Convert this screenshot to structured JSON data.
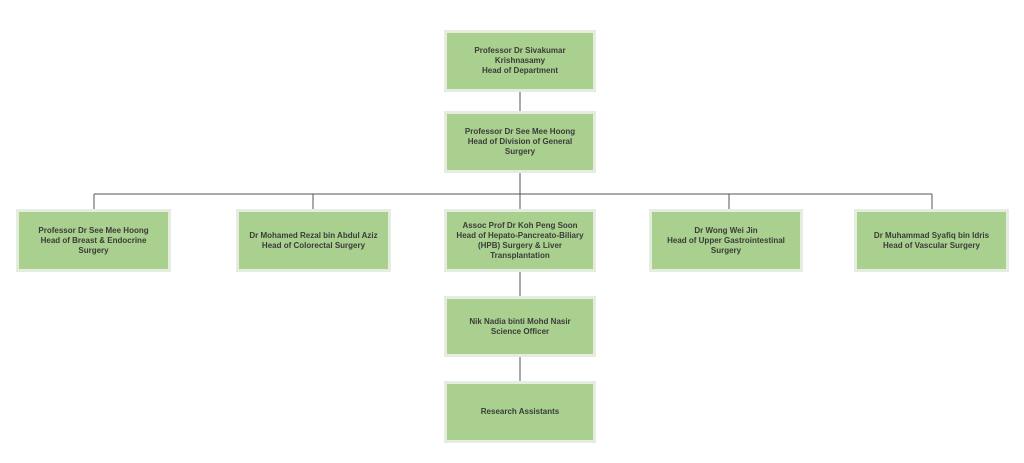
{
  "org_chart": {
    "head_of_department": {
      "name": "Professor Dr Sivakumar Krishnasamy",
      "role": "Head of Department"
    },
    "head_of_division": {
      "name": "Professor Dr See Mee Hoong",
      "role": "Head of Division of General Surgery"
    },
    "units": [
      {
        "name": "Professor Dr See Mee Hoong",
        "role": "Head of Breast & Endocrine Surgery"
      },
      {
        "name": "Dr Mohamed Rezal bin Abdul Aziz",
        "role": "Head of Colorectal Surgery"
      },
      {
        "name": "Assoc Prof Dr Koh Peng Soon",
        "role": "Head of Hepato-Pancreato-Biliary (HPB) Surgery & Liver Transplantation"
      },
      {
        "name": "Dr Wong Wei Jin",
        "role": "Head of Upper Gastrointestinal Surgery"
      },
      {
        "name": "Dr Muhammad Syafiq bin Idris",
        "role": "Head of Vascular Surgery"
      }
    ],
    "science_officer": {
      "name": "Nik Nadia binti Mohd Nasir",
      "role": "Science Officer"
    },
    "research_assistants": {
      "label": "Research Assistants"
    }
  },
  "colors": {
    "box_fill": "#a9d08e",
    "box_border": "#e4ede0",
    "connector": "#555555",
    "text": "#3b3b3b"
  }
}
